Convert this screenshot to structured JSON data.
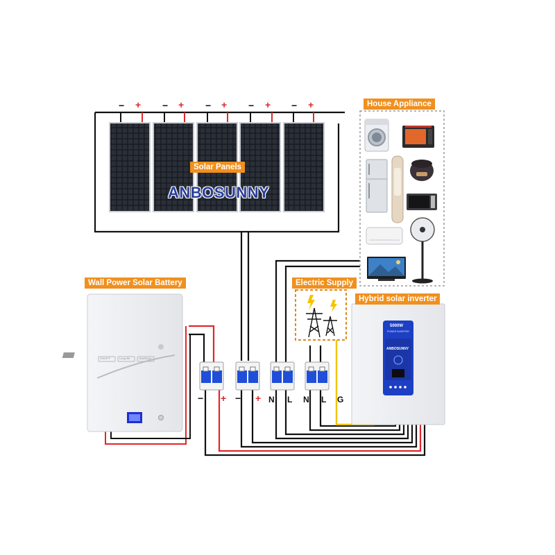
{
  "labels": {
    "solar_panels": "Solar Panels",
    "house_appliance": "House Appliance",
    "wall_battery": "Wall Power Solar Battery",
    "electric_supply": "Electric Supply",
    "hybrid_inverter": "Hybrid solar inverter"
  },
  "brand": "ANBOSUNNY",
  "inverter": {
    "model": "5000W",
    "subtitle": "POWER INVERTER",
    "brand": "ANBOSUNNY"
  },
  "panel_polarity": [
    "−",
    "+",
    "−",
    "+",
    "−",
    "+",
    "−",
    "+",
    "−",
    "+"
  ],
  "breaker_terminals": [
    "−",
    "+",
    "−",
    "+",
    "N",
    "L",
    "N",
    "L",
    "G"
  ],
  "battery_buttons": [
    "ON/OFF",
    "Long life",
    "Grid/Solar"
  ],
  "colors": {
    "accent_orange": "#f0901e",
    "wire_red": "#e0262a",
    "wire_black": "#111111",
    "wire_yellow": "#f1c40f",
    "inverter_blue": "#1d3fc4"
  },
  "appliance_icons": [
    "washing-machine-icon",
    "toaster-oven-icon",
    "refrigerator-icon",
    "tower-air-conditioner-icon",
    "rice-cooker-icon",
    "microwave-icon",
    "wall-air-conditioner-icon",
    "fan-icon",
    "television-icon"
  ]
}
